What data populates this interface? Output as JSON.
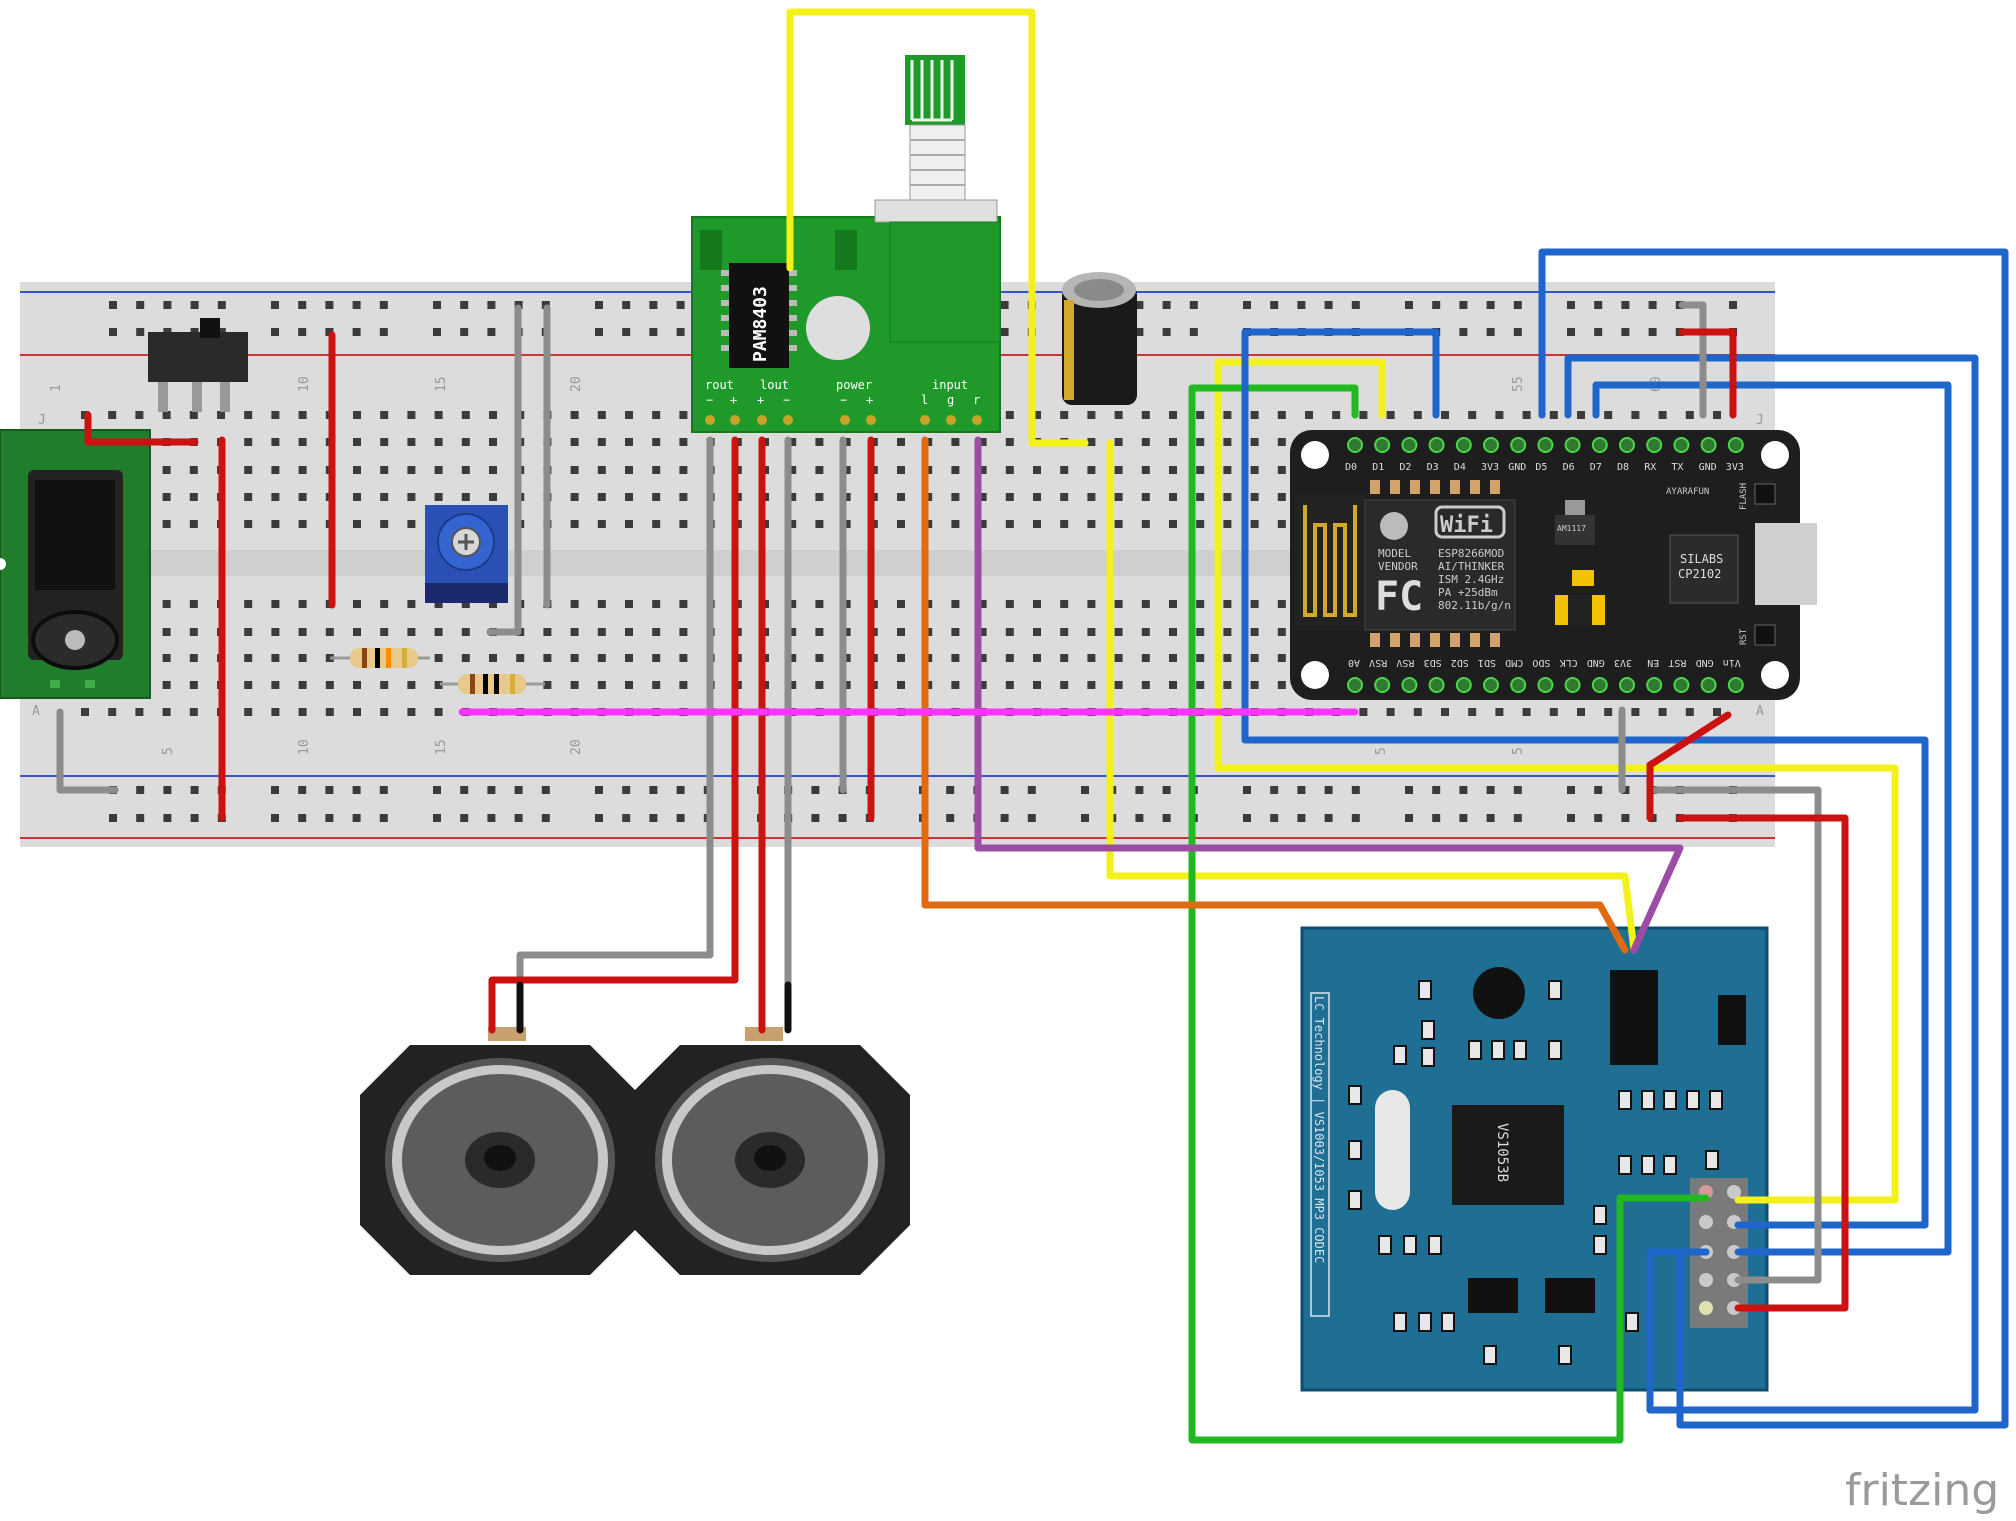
{
  "watermark": "fritzing",
  "amp": {
    "chip": "PAM8403",
    "labels": {
      "rout": "rout",
      "lout": "lout",
      "power": "power",
      "input": "input"
    },
    "polarity": [
      "−",
      "+",
      "+",
      "−",
      "−",
      "+"
    ],
    "input_pins": [
      "l",
      "g",
      "r"
    ]
  },
  "esp": {
    "top_pins": [
      "D0",
      "D1",
      "D2",
      "D3",
      "D4",
      "3V3",
      "GND",
      "D5",
      "D6",
      "D7",
      "D8",
      "RX",
      "TX",
      "GND",
      "3V3"
    ],
    "bottom_pins": [
      "A0",
      "RSV",
      "RSV",
      "SD3",
      "SD2",
      "SD1",
      "CMD",
      "SDO",
      "CLK",
      "GND",
      "3V3",
      "EN",
      "RST",
      "GND",
      "Vin"
    ],
    "model_vendor": [
      "MODEL",
      "VENDOR"
    ],
    "module": [
      "ESP8266MOD",
      "AI/THINKER",
      "ISM 2.4GHz",
      "PA +25dBm",
      "802.11b/g/n"
    ],
    "wifi": "WiFi",
    "fc": "FC",
    "regulator": "AM1117",
    "usb_chip": [
      "SILABS",
      "CP2102"
    ],
    "brand": "AYARAFUN",
    "flash": "FLASH",
    "rst": "RST"
  },
  "mp3": {
    "side_label": "LC Technology | VS1003/1053 MP3 CODEC",
    "chip": "VS1053B"
  },
  "breadboard": {
    "col_numbers_top": [
      "1",
      "10",
      "15",
      "20",
      "55",
      "60"
    ],
    "col_numbers_bottom": [
      "5",
      "10",
      "15",
      "20",
      "5",
      "5"
    ],
    "row_letters": [
      "J",
      "A",
      "A",
      "J"
    ]
  },
  "colors": {
    "breadboard": "#dcdcdc",
    "amp_pcb": "#1f9a2a",
    "esp_pcb": "#1e1e1e",
    "mp3_pcb": "#1f6e93",
    "jack_pcb": "#1f7d2c",
    "wire_red": "#cc1111",
    "wire_yellow": "#f2f21a",
    "wire_blue": "#1f66cc",
    "wire_green": "#22b822",
    "wire_grey": "#8c8c8c",
    "wire_orange": "#e06a10",
    "wire_purple": "#9b4da6",
    "wire_magenta": "#ff33ff"
  }
}
